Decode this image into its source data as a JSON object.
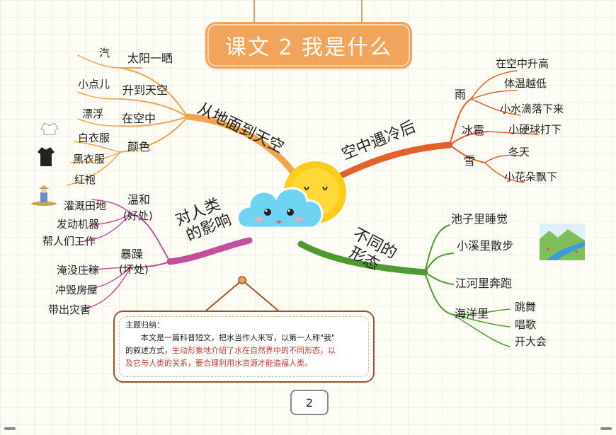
{
  "title": "课文 2  我是什么",
  "branches": {
    "ground_to_sky": {
      "label": "从地面到天空",
      "color": "#f0a44c",
      "items": [
        {
          "main": "太阳一晒",
          "sub": "汽"
        },
        {
          "main": "升到天空",
          "sub": "小点儿"
        },
        {
          "main": "在空中",
          "sub": "漂浮"
        },
        {
          "main": "颜色",
          "subs": [
            "白衣服",
            "黑衣服",
            "红袍"
          ]
        }
      ]
    },
    "cold_in_air": {
      "label": "空中遇冷后",
      "color": "#e0622a",
      "items": [
        {
          "main": "雨",
          "subs": [
            "在空中升高",
            "体温越低",
            "小水滴落下来"
          ]
        },
        {
          "main": "冰雹",
          "subs": [
            "小硬球打下"
          ]
        },
        {
          "main": "雪",
          "subs": [
            "冬天",
            "小花朵飘下"
          ]
        }
      ]
    },
    "impact": {
      "label_line1": "对人类",
      "label_line2": "的影响",
      "color": "#c4509c",
      "items": [
        {
          "main_line1": "温和",
          "main_line2": "(好处)",
          "subs": [
            "灌溉田地",
            "发动机器",
            "帮人们工作"
          ]
        },
        {
          "main_line1": "暴躁",
          "main_line2": "(坏处)",
          "subs": [
            "淹没庄稼",
            "冲毁房屋",
            "带出灾害"
          ]
        }
      ]
    },
    "forms": {
      "label_line1": "不同的",
      "label_line2": "形态",
      "color": "#4e9a2e",
      "items": [
        {
          "main": "池子里睡觉"
        },
        {
          "main": "小溪里散步"
        },
        {
          "main": "江河里奔跑"
        },
        {
          "main": "海洋里",
          "subs": [
            "跳舞",
            "唱歌",
            "开大会"
          ]
        }
      ]
    }
  },
  "summary": {
    "heading": "主题归纳：",
    "line1": "本文是一篇科普短文，把水当作人来写，以第一人称\"我\"",
    "line2_black": "的叙述方式，",
    "line2_red": "生动形象地介绍了水在自然界中的不同形态，以",
    "line3_red": "及它与人类的关系，要合理利用水资源才能造福人类。"
  },
  "page_number": "2",
  "colors": {
    "title_bg": "#f0a45c",
    "sun": "#ffcc1a",
    "cloud": "#6fd3f2",
    "summary_border": "#a0522d",
    "summary_red": "#c0392b"
  }
}
